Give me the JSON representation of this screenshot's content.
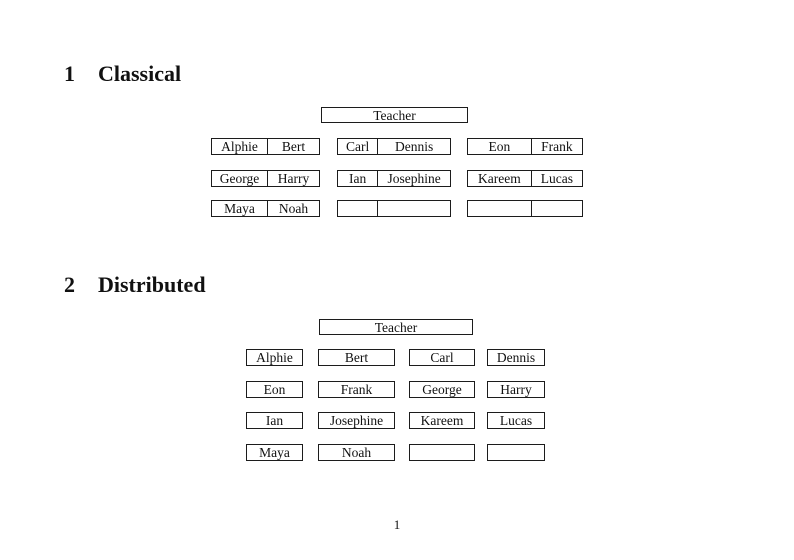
{
  "document": {
    "colors": {
      "background": "#ffffff",
      "text": "#111111",
      "box_border": "#1c1c1c"
    },
    "sections": [
      {
        "number": "1",
        "title": "Classical",
        "teacher_label": "Teacher",
        "desks": [
          {
            "left": "Alphie",
            "right": "Bert"
          },
          {
            "left": "Carl",
            "right": "Dennis"
          },
          {
            "left": "Eon",
            "right": "Frank"
          },
          {
            "left": "George",
            "right": "Harry"
          },
          {
            "left": "Ian",
            "right": "Josephine"
          },
          {
            "left": "Kareem",
            "right": "Lucas"
          },
          {
            "left": "Maya",
            "right": "Noah"
          },
          {
            "left": "",
            "right": ""
          },
          {
            "left": "",
            "right": ""
          }
        ]
      },
      {
        "number": "2",
        "title": "Distributed",
        "teacher_label": "Teacher",
        "seats": [
          "Alphie",
          "Bert",
          "Carl",
          "Dennis",
          "Eon",
          "Frank",
          "George",
          "Harry",
          "Ian",
          "Josephine",
          "Kareem",
          "Lucas",
          "Maya",
          "Noah",
          "",
          ""
        ]
      }
    ],
    "page_number": "1"
  }
}
